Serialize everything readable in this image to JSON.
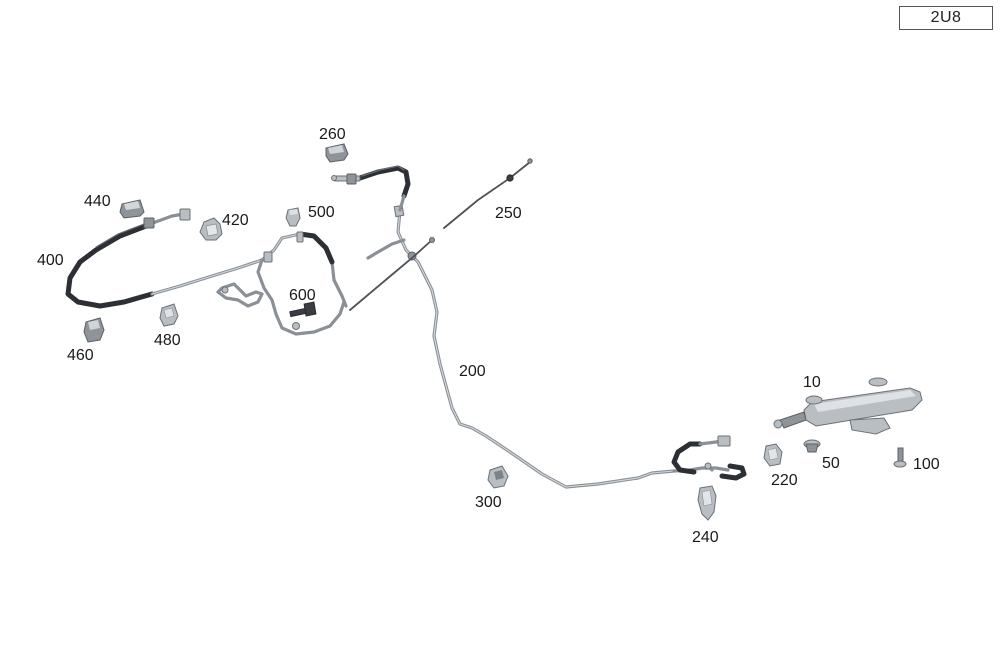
{
  "diagram_code": "2U8",
  "callouts": {
    "p10": "10",
    "p50": "50",
    "p100": "100",
    "p200": "200",
    "p220": "220",
    "p240": "240",
    "p250": "250",
    "p260": "260",
    "p300": "300",
    "p400": "400",
    "p420": "420",
    "p440": "440",
    "p460": "460",
    "p480": "480",
    "p500": "500",
    "p600": "600"
  }
}
